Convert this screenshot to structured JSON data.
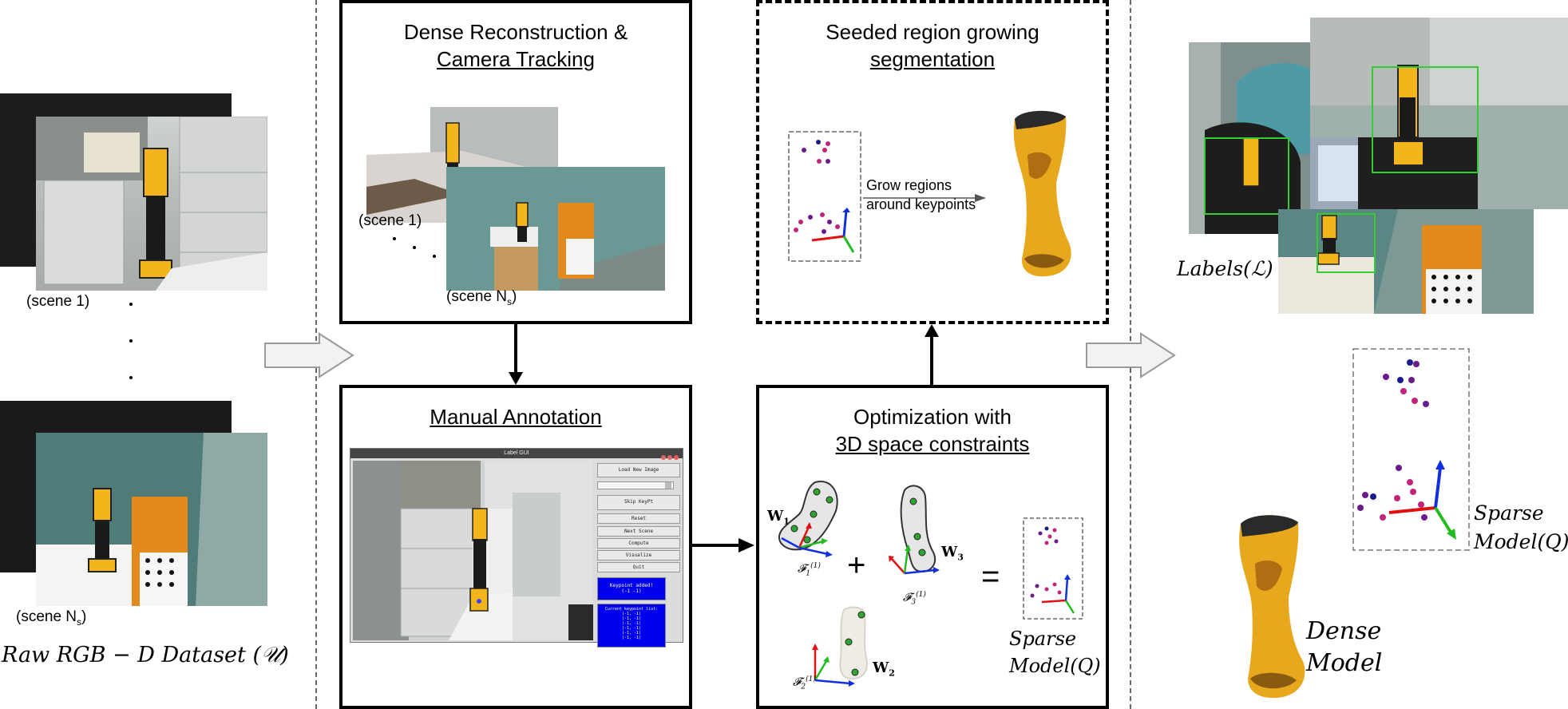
{
  "left_panel": {
    "scene_1_label": "(scene 1)",
    "scene_n_label": "(scene N",
    "scene_n_sub": "s",
    "scene_n_close": ")",
    "dataset_label": "Raw RGB − D Dataset (𝒰)"
  },
  "reconstruction_box": {
    "title_line1": "Dense Reconstruction &",
    "title_line2": "Camera Tracking",
    "scene_1_label": "(scene 1)",
    "scene_n_label": "(scene N",
    "scene_n_sub": "s",
    "scene_n_close": ")"
  },
  "annotation_box": {
    "title": "Manual Annotation",
    "gui": {
      "window_title": "Label GUI",
      "buttons": [
        "Load New Image",
        "Skip KeyPt",
        "Reset",
        "Next Scene",
        "Compute",
        "Visualize",
        "Quit"
      ],
      "keypoint_added_line1": "Keypoint added!",
      "keypoint_added_line2": "(-1 -1)",
      "current_list_title": "Current keypoint list:",
      "current_list_items": [
        "(-1, -1)",
        "(-1, -1)",
        "(-1, -1)",
        "(-1, -1)",
        "(-1, -1)",
        "(-1, -1)"
      ]
    }
  },
  "segmentation_box": {
    "title_line1": "Seeded region growing",
    "title_line2": "segmentation",
    "arrow_label_line1": "Grow regions",
    "arrow_label_line2": "around keypoints"
  },
  "optimization_box": {
    "title_line1": "Optimization with",
    "title_line2": "3D space constraints",
    "w1": "W",
    "w1_sub": "1",
    "w2": "W",
    "w2_sub": "2",
    "w3": "W",
    "w3_sub": "3",
    "f1": "𝓕",
    "f1_sub": "1",
    "f1_sup": "(1)",
    "f2": "𝓕",
    "f2_sub": "2",
    "f2_sup": "(1)",
    "f3": "𝓕",
    "f3_sub": "3",
    "f3_sup": "(1)",
    "plus": "+",
    "equals": "=",
    "sparse_model_line1": "Sparse",
    "sparse_model_line2": "Model(Q)"
  },
  "right_panel": {
    "labels": "Labels(ℒ)",
    "sparse_model_line1": "Sparse",
    "sparse_model_line2": "Model(Q)",
    "dense_model_line1": "Dense",
    "dense_model_line2": "Model"
  },
  "colors": {
    "tool_yellow": "#f2b51c",
    "bbox_green": "#33cc33",
    "kp_green": "#2fa52f",
    "gui_blue": "#0000ee",
    "axis_red": "#e01010",
    "axis_green": "#22bb22",
    "axis_blue": "#1030e0",
    "wall_teal": "#4f7c78"
  }
}
